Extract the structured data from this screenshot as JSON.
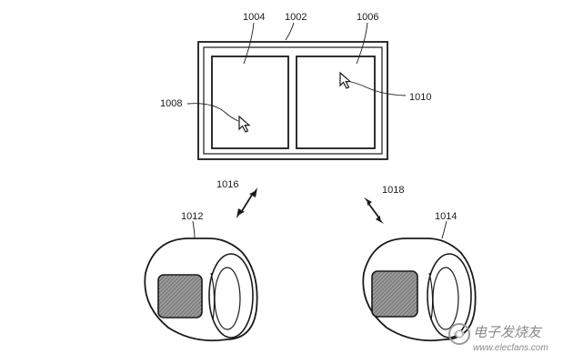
{
  "figure": {
    "labels": {
      "display": "1002",
      "window_left": "1004",
      "window_right": "1006",
      "cursor_left": "1008",
      "cursor_right": "1010",
      "ring_left": "1012",
      "ring_right": "1014",
      "arrow_left": "1016",
      "arrow_right": "1018"
    }
  },
  "watermark": {
    "chinese_text": "电子发烧友",
    "url_text": "www.elecfans.com",
    "icon": "elecfans-logo-icon"
  },
  "icons": {
    "cursor": "mouse-pointer-icon",
    "arrow": "double-headed-arrow-icon",
    "ring": "smart-ring-icon"
  }
}
